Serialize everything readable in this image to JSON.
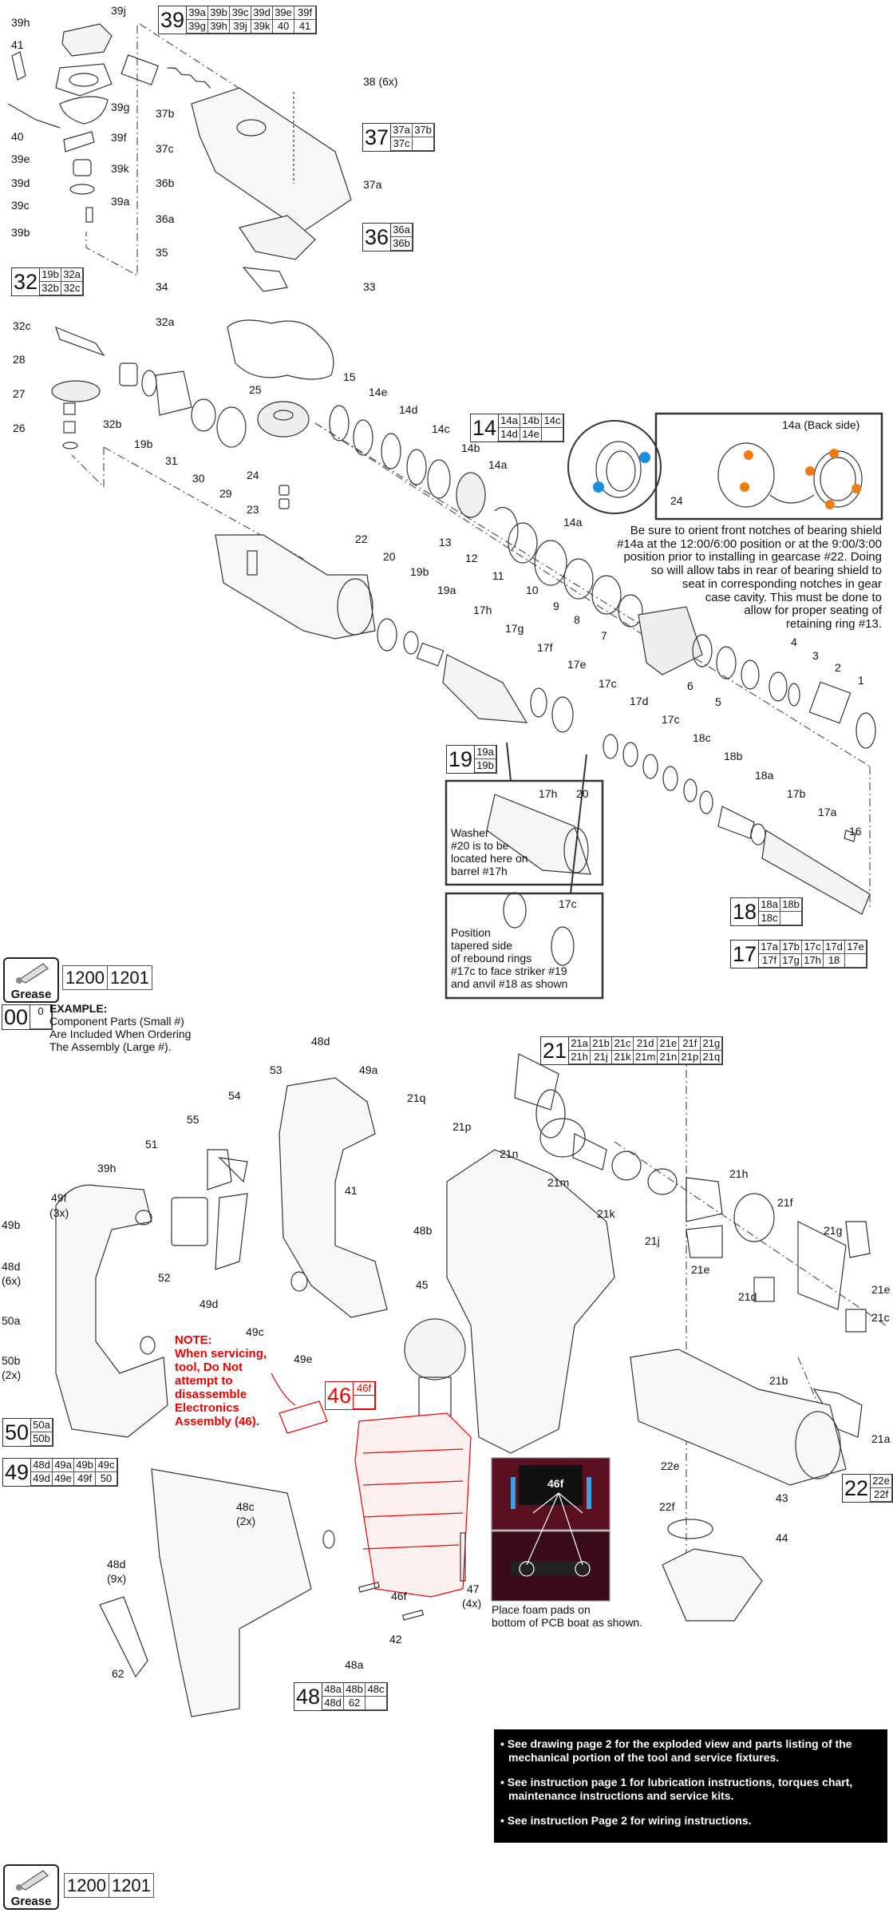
{
  "callouts": {
    "c39h": "39h",
    "c39j": "39j",
    "c41": "41",
    "c38": "38 (6x)",
    "c37b": "37b",
    "c39g": "39g",
    "c40": "40",
    "c39f": "39f",
    "c37c": "37c",
    "c39e": "39e",
    "c39k": "39k",
    "c39d": "39d",
    "c36b": "36b",
    "c37a": "37a",
    "c39c": "39c",
    "c39a": "39a",
    "c36a": "36a",
    "c39b": "39b",
    "c35": "35",
    "c34": "34",
    "c33": "33",
    "c32c": "32c",
    "c32a": "32a",
    "c28": "28",
    "c27": "27",
    "c26": "26",
    "c32b": "32b",
    "c19b": "19b",
    "c31": "31",
    "c30": "30",
    "c29": "29",
    "c25": "25",
    "c15": "15",
    "c14e": "14e",
    "c14d": "14d",
    "c24": "24",
    "c23": "23",
    "c22": "22",
    "c20": "20",
    "c14c": "14c",
    "c14b": "14b",
    "c14a": "14a",
    "c14a_back": "14a (Back side)",
    "c13": "13",
    "c12": "12",
    "c11": "11",
    "c10": "10",
    "c9": "9",
    "c8": "8",
    "c7": "7",
    "c19a": "19a",
    "c17h": "17h",
    "c17g": "17g",
    "c17f": "17f",
    "c4": "4",
    "c17e": "17e",
    "c17c": "17c",
    "c17d": "17d",
    "c18c": "18c",
    "c18b": "18b",
    "c18a": "18a",
    "c17b": "17b",
    "c17a": "17a",
    "c16": "16",
    "c6": "6",
    "c5": "5",
    "c3": "3",
    "c2": "2",
    "c1": "1",
    "c48d": "48d",
    "c53": "53",
    "c49a": "49a",
    "c54": "54",
    "c21q": "21q",
    "c55": "55",
    "c51": "51",
    "c49f": "49f",
    "x3": "(3x)",
    "c49b": "49b",
    "c48b": "48b",
    "x6": "(6x)",
    "c52": "52",
    "c45": "45",
    "c49d": "49d",
    "c49c": "49c",
    "c50a": "50a",
    "c49e": "49e",
    "c50b": "50b",
    "x2": "(2x)",
    "c21p": "21p",
    "c21n": "21n",
    "c21m": "21m",
    "c21k": "21k",
    "c21h": "21h",
    "c21f": "21f",
    "c21j": "21j",
    "c21g": "21g",
    "c21e": "21e",
    "c21d": "21d",
    "c21c": "21c",
    "c21b": "21b",
    "c21a": "21a",
    "c22e": "22e",
    "c22f": "22f",
    "c43": "43",
    "c44": "44",
    "c48c": "48c",
    "x9": "(9x)",
    "c46f": "46f",
    "c47": "47",
    "x4": "(4x)",
    "c42": "42",
    "c48a": "48a",
    "c62": "62"
  },
  "assemblies": {
    "a39": {
      "main": "39",
      "rows": [
        [
          "39a",
          "39b",
          "39c",
          "39d",
          "39e",
          "39f"
        ],
        [
          "39g",
          "39h",
          "39j",
          "39k",
          "40",
          "41"
        ]
      ]
    },
    "a37": {
      "main": "37",
      "rows": [
        [
          "37a",
          "37b"
        ],
        [
          "37c",
          ""
        ]
      ]
    },
    "a36": {
      "main": "36",
      "rows": [
        [
          "36a"
        ],
        [
          "36b"
        ]
      ]
    },
    "a32": {
      "main": "32",
      "rows": [
        [
          "19b",
          "32a"
        ],
        [
          "32b",
          "32c"
        ]
      ]
    },
    "a14": {
      "main": "14",
      "rows": [
        [
          "14a",
          "14b",
          "14c"
        ],
        [
          "14d",
          "14e",
          ""
        ]
      ]
    },
    "a19": {
      "main": "19",
      "rows": [
        [
          "19a"
        ],
        [
          "19b"
        ]
      ]
    },
    "a18": {
      "main": "18",
      "rows": [
        [
          "18a",
          "18b"
        ],
        [
          "18c",
          ""
        ]
      ]
    },
    "a17": {
      "main": "17",
      "rows": [
        [
          "17a",
          "17b",
          "17c",
          "17d",
          "17e"
        ],
        [
          "17f",
          "17g",
          "17h",
          "18",
          ""
        ]
      ]
    },
    "a21": {
      "main": "21",
      "rows": [
        [
          "21a",
          "21b",
          "21c",
          "21d",
          "21e",
          "21f",
          "21g"
        ],
        [
          "21h",
          "21j",
          "21k",
          "21m",
          "21n",
          "21p",
          "21q"
        ]
      ]
    },
    "a50": {
      "main": "50",
      "rows": [
        [
          "50a"
        ],
        [
          "50b"
        ]
      ]
    },
    "a46": {
      "main": "46",
      "rows": [
        [
          "46f"
        ],
        [
          ""
        ]
      ]
    },
    "a49": {
      "main": "49",
      "rows": [
        [
          "48d",
          "49a",
          "49b",
          "49c"
        ],
        [
          "49d",
          "49e",
          "49f",
          "50"
        ]
      ]
    },
    "a22": {
      "main": "22",
      "rows": [
        [
          "22e"
        ],
        [
          "22f"
        ]
      ]
    },
    "a48": {
      "main": "48",
      "rows": [
        [
          "48a",
          "48b",
          "48c"
        ],
        [
          "48d",
          "62",
          ""
        ]
      ]
    },
    "a00": {
      "main": "00",
      "rows": [
        [
          "0"
        ]
      ]
    }
  },
  "grease": {
    "label": "Grease",
    "codes": [
      "1200",
      "1201"
    ]
  },
  "example": {
    "title": "EXAMPLE:",
    "lines": [
      "Component Parts (Small #)",
      "Are Included When Ordering",
      "The Assembly (Large #)."
    ]
  },
  "bearing_note": [
    "Be sure to orient front notches of bearing shield",
    "#14a at the 12:00/6:00 position or at the 9:00/3:00",
    "position prior to installing in gearcase #22. Doing",
    "so will allow tabs in rear of bearing shield to",
    "seat in corresponding notches in gear",
    "case cavity. This must be done to",
    "allow for proper seating of",
    "retaining ring #13."
  ],
  "washer_note": [
    "Washer",
    "#20 is to be",
    "located here on",
    "barrel #17h"
  ],
  "rebound_note": [
    "Position",
    "tapered side",
    "of rebound rings",
    "#17c to face striker #19",
    "and anvil #18 as shown"
  ],
  "service_note": [
    "NOTE:",
    "When servicing,",
    "tool, Do Not",
    "attempt to",
    "disassemble",
    "Electronics",
    "Assembly (46)."
  ],
  "foam_note": [
    "Place foam pads on",
    "bottom of PCB boat as shown."
  ],
  "info_box": [
    "• See drawing page 2 for the exploded view and parts listing of the mechanical portion of the tool and service fixtures.",
    "• See instruction page 1 for lubrication instructions, torques chart, maintenance instructions and service kits.",
    "• See instruction Page 2 for wiring instructions."
  ],
  "colors": {
    "warning": "#e00000",
    "notch_blue": "#1a8fe0",
    "notch_orange": "#f07d10",
    "line": "#333333"
  }
}
